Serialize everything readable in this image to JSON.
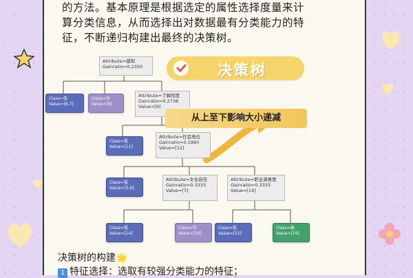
{
  "intro": {
    "line1": "的方法。基本原理是根据选定的属性选择度量来计",
    "line2": "算分类信息，从而选择出对数据最有分类能力的特",
    "line3": "征，不断递归构建出最终的决策树。"
  },
  "banner": {
    "title": "决策树",
    "check_icon": "checkmark-icon"
  },
  "arrow_label": "从上至下影响大小递减",
  "tree": {
    "n1": {
      "l1": "Attribute=感知",
      "l2": "Gainratio=0.2350"
    },
    "leafA": {
      "l1": "Class=低",
      "l2": "Value=[6,7]"
    },
    "leafB": {
      "l1": "Class=中",
      "l2": "Value=[8]"
    },
    "n2": {
      "l1": "Attribute=了解程度",
      "l2": "Gainratio=0.2738",
      "l3": "Value=[9]"
    },
    "leafC": {
      "l1": "Class=低",
      "l2": "Value=[11]"
    },
    "n3": {
      "l1": "Attribute=社会地位",
      "l2": "Gainratio=0.1960",
      "l3": "Value=[12]"
    },
    "leafD": {
      "l1": "Class=低",
      "l2": "Value=[5,6]"
    },
    "n4": {
      "l1": "Attribute=文化自信",
      "l2": "Gainratio=0.3333",
      "l3": "Value=[7]"
    },
    "n5": {
      "l1": "Attribute=职业满意度",
      "l2": "Gainratio=0.3333",
      "l3": "Value=[14]"
    },
    "leafE": {
      "l1": "Class=低",
      "l2": "Value=[14]"
    },
    "leafF": {
      "l1": "Class=中",
      "l2": "Value=[16]"
    },
    "leafG": {
      "l1": "Class=低",
      "l2": "Value=[15]"
    },
    "leafH": {
      "l1": "Class=高",
      "l2": "Value=[19]"
    }
  },
  "footer": {
    "title": "决策树的构建🌟",
    "badge": "1",
    "line1": "特征选择：选取有较强分类能力的特征；"
  },
  "colors": {
    "card_bg": "#fbf8ef",
    "page_bg": "#e4d5f2",
    "banner": "#f5d469"
  }
}
